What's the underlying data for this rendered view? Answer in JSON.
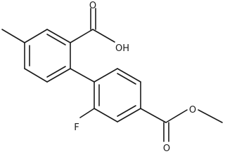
{
  "structure": {
    "atoms": {
      "carbonyl_oxygen_acid": "O",
      "hydroxyl": "OH",
      "fluorine": "F",
      "carbonyl_oxygen_ester": "O",
      "ester_oxygen": "O"
    }
  }
}
